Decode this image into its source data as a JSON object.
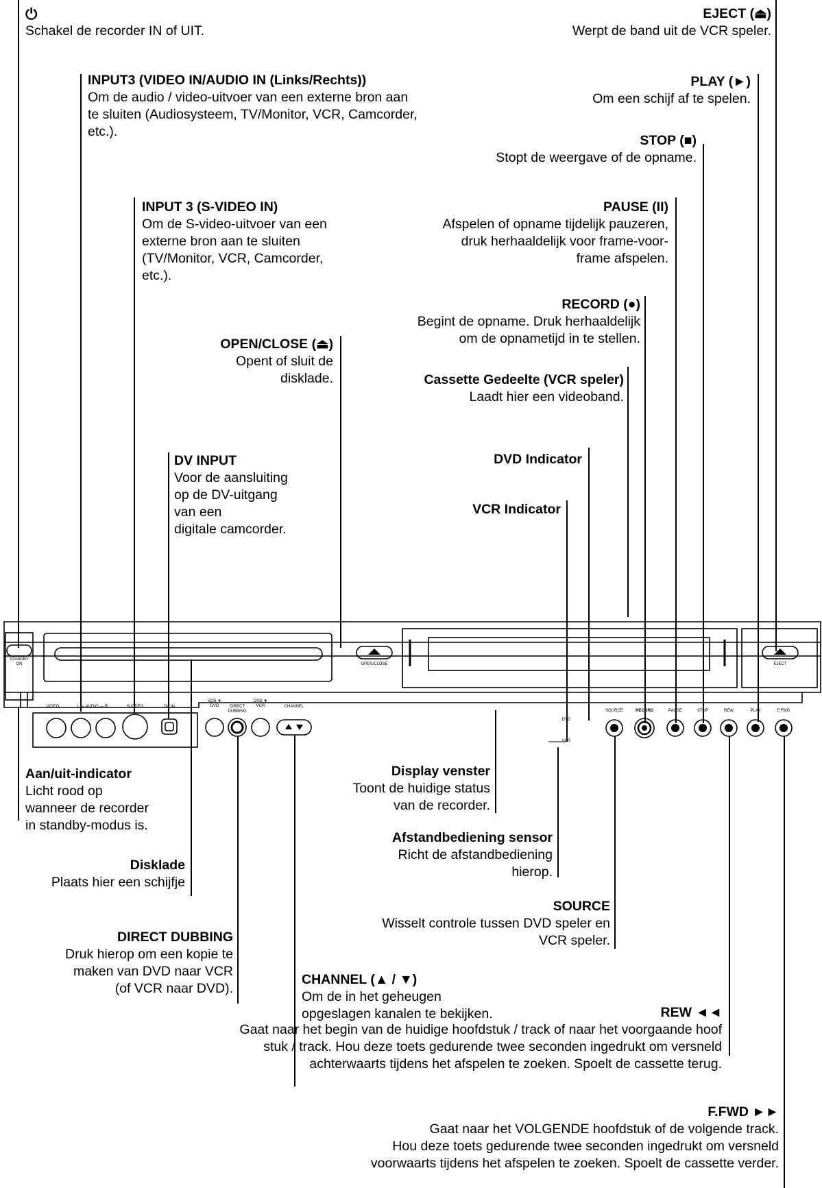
{
  "callouts": {
    "power": {
      "title": "⏻",
      "desc": "Schakel de recorder IN of UIT."
    },
    "eject": {
      "title": "EJECT (⏏)",
      "desc": "Werpt de band uit de VCR speler."
    },
    "input3_av": {
      "title": "INPUT3 (VIDEO IN/AUDIO IN (Links/Rechts))",
      "desc": "Om de audio / video-uitvoer van een externe bron aan\nte sluiten (Audiosysteem, TV/Monitor, VCR, Camcorder,\netc.)."
    },
    "play": {
      "title": "PLAY (►)",
      "desc": "Om een schijf af te spelen."
    },
    "stop": {
      "title": "STOP (■)",
      "desc": "Stopt de weergave of de opname."
    },
    "input3_svideo": {
      "title": "INPUT 3 (S-VIDEO IN)",
      "desc": "Om de S-video-uitvoer van een\nexterne bron aan te sluiten\n(TV/Monitor, VCR, Camcorder,\netc.)."
    },
    "pause": {
      "title": "PAUSE (II)",
      "desc": "Afspelen of opname tijdelijk pauzeren,\ndruk herhaaldelijk voor frame-voor-\nframe afspelen."
    },
    "record": {
      "title": "RECORD (●)",
      "desc": "Begint de opname. Druk herhaaldelijk\nom de opnametijd in te stellen."
    },
    "open_close": {
      "title": "OPEN/CLOSE (⏏)",
      "desc": "Opent of sluit de\ndisklade."
    },
    "cassette": {
      "title": "Cassette Gedeelte (VCR speler)",
      "desc": "Laadt hier een videoband."
    },
    "dv_input": {
      "title": "DV INPUT",
      "desc": "Voor de aansluiting\nop de DV-uitgang\nvan een\ndigitale camcorder."
    },
    "dvd_indicator": {
      "title": "DVD Indicator",
      "desc": ""
    },
    "vcr_indicator": {
      "title": "VCR Indicator",
      "desc": ""
    },
    "power_indicator": {
      "title": "Aan/uit-indicator",
      "desc": "Licht rood op\nwanneer de recorder\nin standby-modus is."
    },
    "display": {
      "title": "Display venster",
      "desc": "Toont de huidige status\nvan de recorder."
    },
    "remote_sensor": {
      "title": "Afstandbediening sensor",
      "desc": "Richt de afstandbediening\nhierop."
    },
    "disc_tray": {
      "title": "Disklade",
      "desc": "Plaats hier een schijfje"
    },
    "source": {
      "title": "SOURCE",
      "desc": "Wisselt controle tussen DVD speler en\nVCR speler."
    },
    "direct_dubbing": {
      "title": "DIRECT DUBBING",
      "desc": "Druk hierop om een kopie te\nmaken van DVD naar VCR\n(of VCR naar DVD)."
    },
    "channel": {
      "title": "CHANNEL (▲ / ▼)",
      "desc": "Om de in het geheugen\nopgeslagen kanalen te bekijken."
    },
    "rew": {
      "title": "REW ◄◄",
      "desc": "Gaat naar het begin van de huidige hoofdstuk / track of naar het voorgaande hoof\nstuk / track. Hou deze toets gedurende twee seconden ingedrukt om versneld\nachterwaarts tijdens het afspelen te zoeken. Spoelt de cassette terug."
    },
    "ffwd": {
      "title": "F.FWD ►►",
      "desc": "Gaat naar het VOLGENDE hoofdstuk of de volgende track.\nHou deze toets gedurende twee seconden ingedrukt om versneld\nvoorwaarts tijdens het afspelen te zoeken. Spoelt de cassette verder."
    }
  },
  "panel": {
    "standby": "STANDBY",
    "on": "ON",
    "open_close": "OPEN/CLOSE",
    "eject": "EJECT",
    "video": "VIDEO",
    "audio": "L — AUDIO — R",
    "svideo": "S-VIDEO",
    "dvin": "DV IN",
    "vcr_dvd": "VCR ▼ DVD",
    "direct_dubbing": "DIRECT DUBBING",
    "dvd_vcr": "DVD ▼ VCR",
    "channel": "CHANNEL",
    "dvd": "DVD",
    "vcr": "VCR",
    "source": "SOURCE",
    "record": "RECORD",
    "pause": "PAUSE",
    "stop": "STOP",
    "rew": "REW",
    "play": "PLAY",
    "ffwd": "F.FWD"
  }
}
